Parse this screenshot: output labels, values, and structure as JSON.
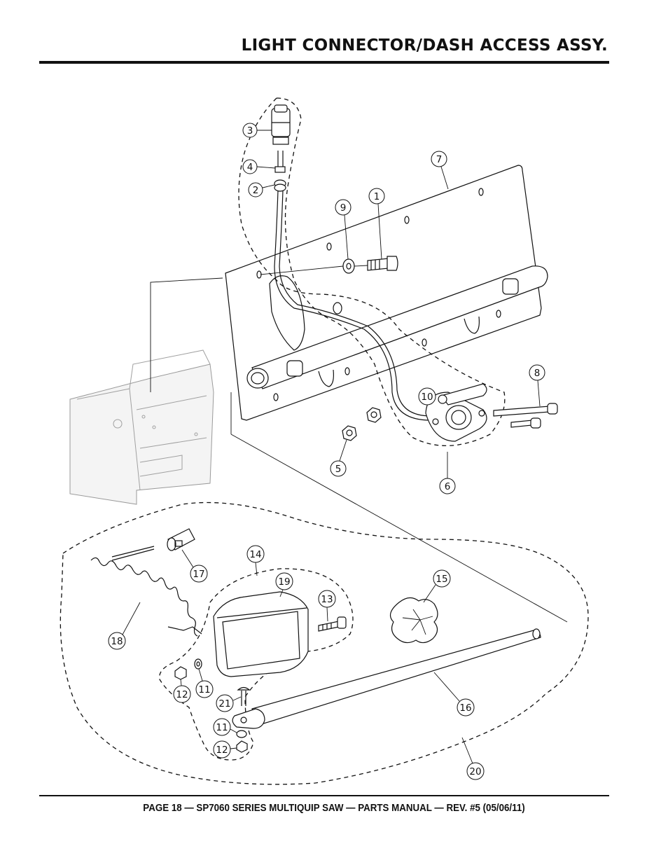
{
  "page": {
    "title": "LIGHT CONNECTOR/DASH ACCESS ASSY.",
    "footer": "PAGE 18 — SP7060 SERIES MULTIQUIP SAW — PARTS MANUAL — REV. #5 (05/06/11)"
  },
  "diagram": {
    "callouts": [
      {
        "id": "c3",
        "label": "3"
      },
      {
        "id": "c4",
        "label": "4"
      },
      {
        "id": "c2",
        "label": "2"
      },
      {
        "id": "c7",
        "label": "7"
      },
      {
        "id": "c9",
        "label": "9"
      },
      {
        "id": "c1",
        "label": "1"
      },
      {
        "id": "c8",
        "label": "8"
      },
      {
        "id": "c10",
        "label": "10"
      },
      {
        "id": "c5",
        "label": "5"
      },
      {
        "id": "c6",
        "label": "6"
      },
      {
        "id": "c14",
        "label": "14"
      },
      {
        "id": "c17",
        "label": "17"
      },
      {
        "id": "c19",
        "label": "19"
      },
      {
        "id": "c13",
        "label": "13"
      },
      {
        "id": "c15",
        "label": "15"
      },
      {
        "id": "c18",
        "label": "18"
      },
      {
        "id": "c12a",
        "label": "12"
      },
      {
        "id": "c11a",
        "label": "11"
      },
      {
        "id": "c21",
        "label": "21"
      },
      {
        "id": "c11b",
        "label": "11"
      },
      {
        "id": "c12b",
        "label": "12"
      },
      {
        "id": "c16",
        "label": "16"
      },
      {
        "id": "c20",
        "label": "20"
      }
    ]
  }
}
